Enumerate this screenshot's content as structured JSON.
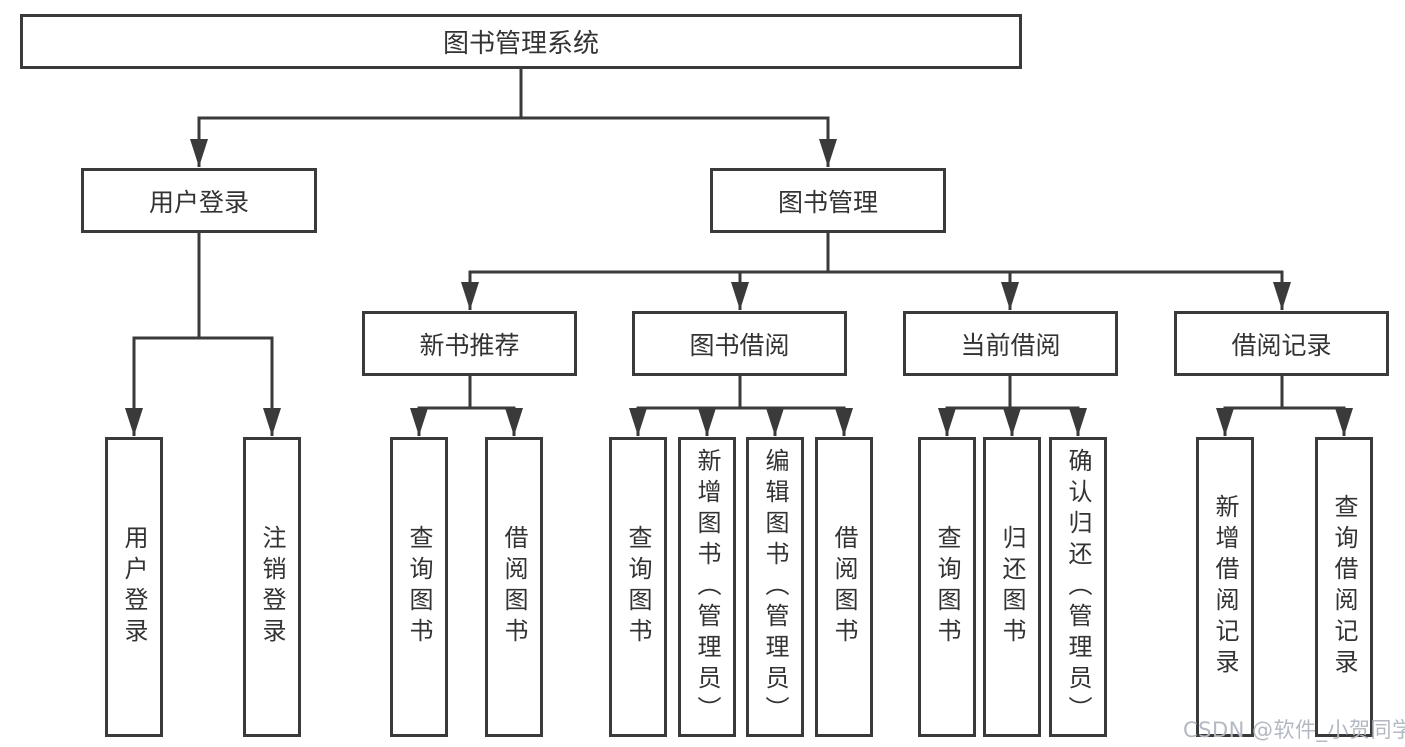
{
  "diagram_title": "图书管理系统",
  "colors": {
    "line": "#3a3a3a",
    "box_border": "#3a3a3a",
    "text": "#333333",
    "background": "#ffffff",
    "watermark": "#b3b9c2"
  },
  "tree": {
    "label": "图书管理系统",
    "children": [
      {
        "label": "用户登录",
        "children": [
          {
            "label": "用户登录"
          },
          {
            "label": "注销登录"
          }
        ]
      },
      {
        "label": "图书管理",
        "children": [
          {
            "label": "新书推荐",
            "children": [
              {
                "label": "查询图书"
              },
              {
                "label": "借阅图书"
              }
            ]
          },
          {
            "label": "图书借阅",
            "children": [
              {
                "label": "查询图书"
              },
              {
                "label": "新增图书（管理员）"
              },
              {
                "label": "编辑图书（管理员）"
              },
              {
                "label": "借阅图书"
              }
            ]
          },
          {
            "label": "当前借阅",
            "children": [
              {
                "label": "查询图书"
              },
              {
                "label": "归还图书"
              },
              {
                "label": "确认归还（管理员）"
              }
            ]
          },
          {
            "label": "借阅记录",
            "children": [
              {
                "label": "新增借阅记录"
              },
              {
                "label": "查询借阅记录"
              }
            ]
          }
        ]
      }
    ]
  },
  "watermark": {
    "text": "CSDN @软件_小贺同学"
  }
}
